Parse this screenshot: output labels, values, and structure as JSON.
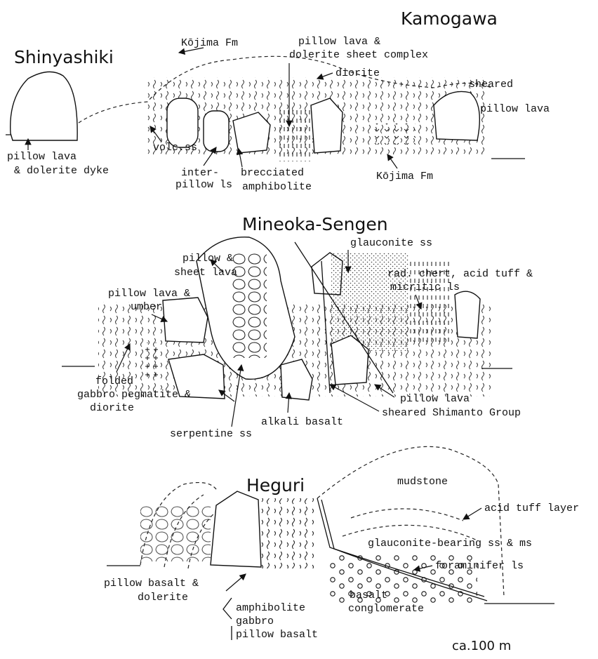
{
  "sections": {
    "kamogawa": {
      "titles": [
        "Kamogawa",
        "Shinyashiki"
      ],
      "labels": [
        "Kōjima Fm",
        "pillow lava &",
        "dolerite sheet complex",
        "diorite",
        "sheared",
        "pillow lava",
        "pillow lava",
        "& dolerite dyke",
        "volc.ss",
        "inter-",
        "pillow ls",
        "brecciated",
        "amphibolite",
        "Kōjima Fm"
      ]
    },
    "mineoka": {
      "title": "Mineoka-Sengen",
      "labels": [
        "pillow &",
        "sheet lava",
        "glauconite ss",
        "rad. chert, acid tuff &",
        "micritic ls",
        "pillow lava &",
        "umber",
        "folded",
        "gabbro pegmatite &",
        "diorite",
        "serpentine ss",
        "alkali basalt",
        "pillow lava",
        "sheared Shimanto Group"
      ]
    },
    "heguri": {
      "title": "Heguri",
      "labels": [
        "mudstone",
        "acid tuff layer",
        "glauconite-bearing ss & ms",
        "foraminifer ls",
        "pillow basalt &",
        "dolerite",
        "basalt",
        "conglomerate",
        "amphibolite",
        "gabbro",
        "pillow basalt"
      ]
    }
  },
  "scale_label": "ca.100 m"
}
